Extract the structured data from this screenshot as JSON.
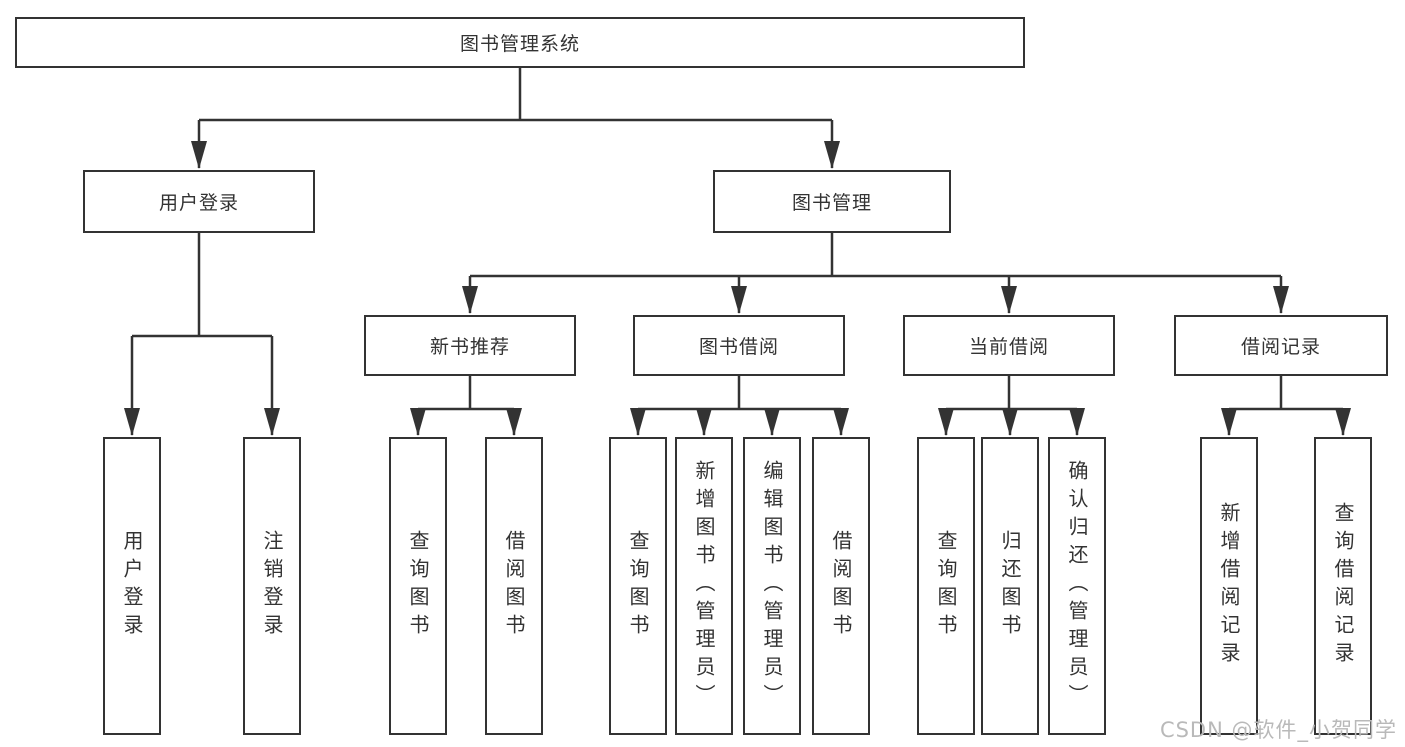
{
  "tree": {
    "root": {
      "label": "图书管理系统"
    },
    "level2": [
      {
        "label": "用户登录"
      },
      {
        "label": "图书管理"
      }
    ],
    "level3": [
      {
        "label": "新书推荐"
      },
      {
        "label": "图书借阅"
      },
      {
        "label": "当前借阅"
      },
      {
        "label": "借阅记录"
      }
    ],
    "leaves": [
      {
        "label": "用户登录"
      },
      {
        "label": "注销登录"
      },
      {
        "label": "查询图书"
      },
      {
        "label": "借阅图书"
      },
      {
        "label": "查询图书"
      },
      {
        "label": "新增图书（管理员）"
      },
      {
        "label": "编辑图书（管理员）"
      },
      {
        "label": "借阅图书"
      },
      {
        "label": "查询图书"
      },
      {
        "label": "归还图书"
      },
      {
        "label": "确认归还（管理员）"
      },
      {
        "label": "新增借阅记录"
      },
      {
        "label": "查询借阅记录"
      }
    ]
  },
  "watermark": {
    "text": "CSDN @软件_小贺同学"
  },
  "colors": {
    "line": "#333333",
    "text": "#333333",
    "background": "#ffffff",
    "watermark": "#b9b9b9"
  }
}
